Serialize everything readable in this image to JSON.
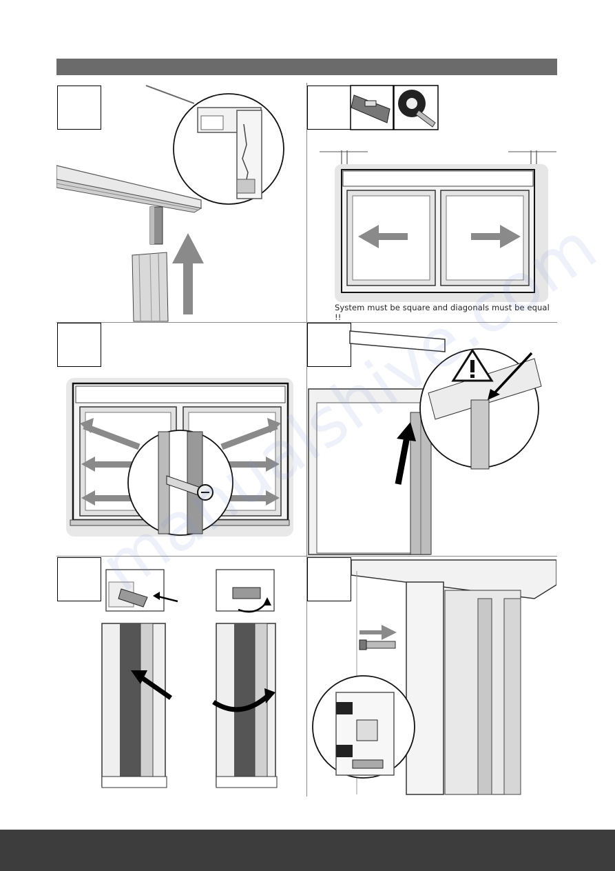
{
  "page": {
    "header_bar_color": "#6b6b6b",
    "footer_bar_color": "#3d3d3d"
  },
  "steps": [
    {
      "panel": "top-left",
      "icons": [
        "frame-profile-detail-icon",
        "up-arrow-icon"
      ]
    },
    {
      "panel": "top-right",
      "icons": [
        "spirit-level-icon",
        "tape-measure-icon",
        "left-arrow-icon",
        "right-arrow-icon"
      ],
      "caption": "System must be square and diagonals must be equal !!"
    },
    {
      "panel": "middle-left",
      "icons": [
        "screw-detail-icon",
        "fixing-arrows-icon"
      ]
    },
    {
      "panel": "middle-right",
      "icons": [
        "warning-triangle-icon",
        "up-arrow-icon"
      ]
    },
    {
      "panel": "bottom-left",
      "icons": [
        "clip-detail-icon",
        "rotate-arrow-icon"
      ]
    },
    {
      "panel": "bottom-right",
      "icons": [
        "bolt-icon",
        "right-arrow-icon",
        "profile-section-icon"
      ]
    }
  ],
  "watermark": "manualshive.com"
}
